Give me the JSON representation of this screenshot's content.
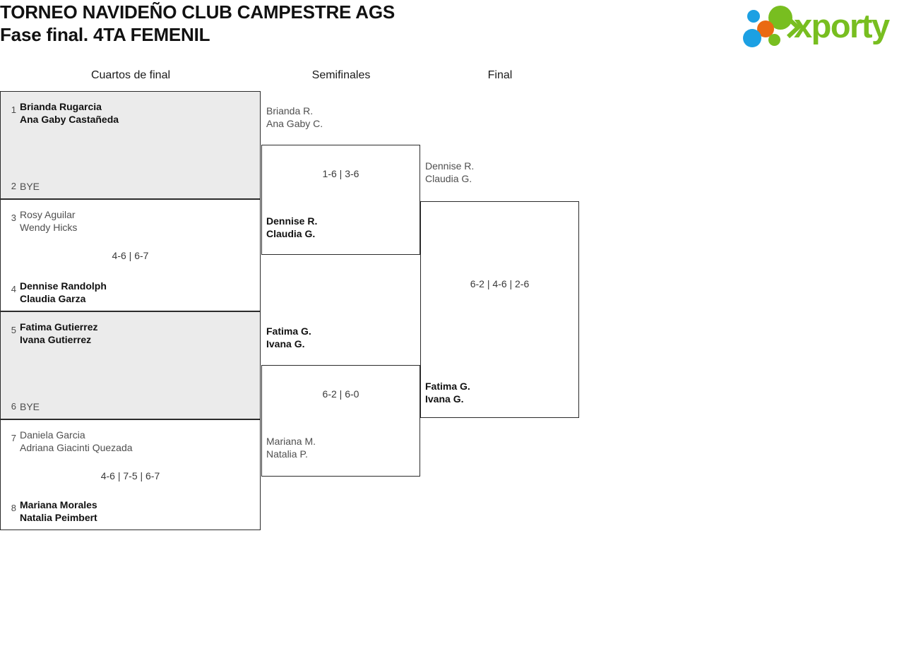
{
  "header": {
    "title_line1": "TORNEO NAVIDEÑO CLUB CAMPESTRE AGS",
    "title_line2": "Fase final. 4TA FEMENIL",
    "logo_word": "xporty",
    "logo_dots": [
      {
        "name": "dot-blue-small",
        "color": "#1ca0e3"
      },
      {
        "name": "dot-green-large",
        "color": "#78be20"
      },
      {
        "name": "dot-orange",
        "color": "#ea6a12"
      },
      {
        "name": "dot-blue-large",
        "color": "#1ca0e3"
      },
      {
        "name": "dot-green-small",
        "color": "#78be20"
      }
    ]
  },
  "rounds": {
    "quarterfinals": "Cuartos de final",
    "semifinals": "Semifinales",
    "final": "Final"
  },
  "quarterfinals": [
    {
      "seed_top": "1",
      "top_line1": "Brianda Rugarcia",
      "top_line2": "Ana Gaby Castañeda",
      "seed_bottom": "2",
      "bottom_line1": "BYE",
      "bottom_line2": "",
      "score": ""
    },
    {
      "seed_top": "3",
      "top_line1": "Rosy Aguilar",
      "top_line2": "Wendy Hicks",
      "seed_bottom": "4",
      "bottom_line1": "Dennise Randolph",
      "bottom_line2": "Claudia Garza",
      "score": "4-6 | 6-7"
    },
    {
      "seed_top": "5",
      "top_line1": "Fatima Gutierrez",
      "top_line2": "Ivana Gutierrez",
      "seed_bottom": "6",
      "bottom_line1": "BYE",
      "bottom_line2": "",
      "score": ""
    },
    {
      "seed_top": "7",
      "top_line1": "Daniela Garcia",
      "top_line2": "Adriana Giacinti Quezada",
      "seed_bottom": "8",
      "bottom_line1": "Mariana Morales",
      "bottom_line2": "Natalia Peimbert",
      "score": "4-6 | 7-5 | 6-7"
    }
  ],
  "semifinals": [
    {
      "top_line1": "Brianda R.",
      "top_line2": "Ana Gaby C.",
      "bottom_line1": "Dennise R.",
      "bottom_line2": "Claudia G.",
      "score": "1-6 | 3-6"
    },
    {
      "top_line1": "Fatima G.",
      "top_line2": "Ivana G.",
      "bottom_line1": "Mariana M.",
      "bottom_line2": "Natalia P.",
      "score": "6-2 | 6-0"
    }
  ],
  "final": {
    "top_line1": "Dennise R.",
    "top_line2": "Claudia G.",
    "bottom_line1": "Fatima G.",
    "bottom_line2": "Ivana G.",
    "score": "6-2 | 4-6 | 2-6"
  }
}
